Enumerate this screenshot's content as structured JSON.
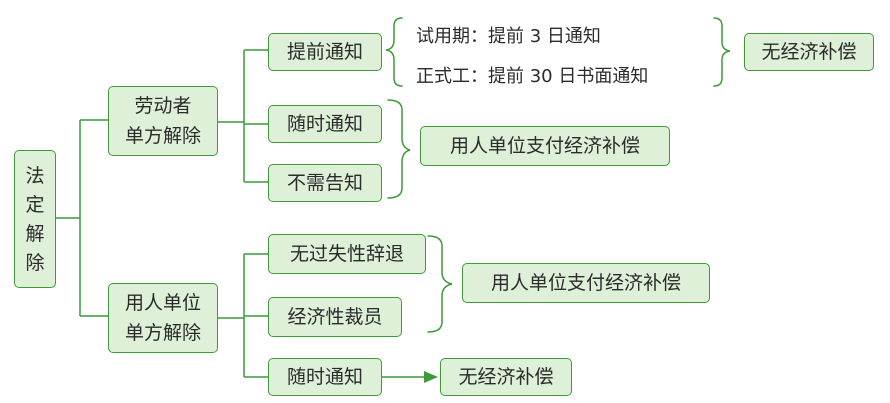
{
  "root": {
    "chars": [
      "法",
      "定",
      "解",
      "除"
    ]
  },
  "branches": [
    {
      "lines": [
        "劳动者",
        "单方解除"
      ],
      "children": [
        {
          "label": "提前通知",
          "details": [
            "试用期：提前 3 日通知",
            "正式工：提前 30 日书面通知"
          ],
          "result": "无经济补偿"
        },
        {
          "label": "随时通知"
        },
        {
          "label": "不需告知"
        }
      ],
      "group_result": "用人单位支付经济补偿"
    },
    {
      "lines": [
        "用人单位",
        "单方解除"
      ],
      "children": [
        {
          "label": "无过失性辞退"
        },
        {
          "label": "经济性裁员"
        },
        {
          "label": "随时通知",
          "result": "无经济补偿"
        }
      ],
      "group_result": "用人单位支付经济补偿"
    }
  ],
  "colors": {
    "fill": "#dff0d8",
    "border": "#3f9a3a",
    "line": "#3f9a3a",
    "text": "#2b2b2b"
  }
}
